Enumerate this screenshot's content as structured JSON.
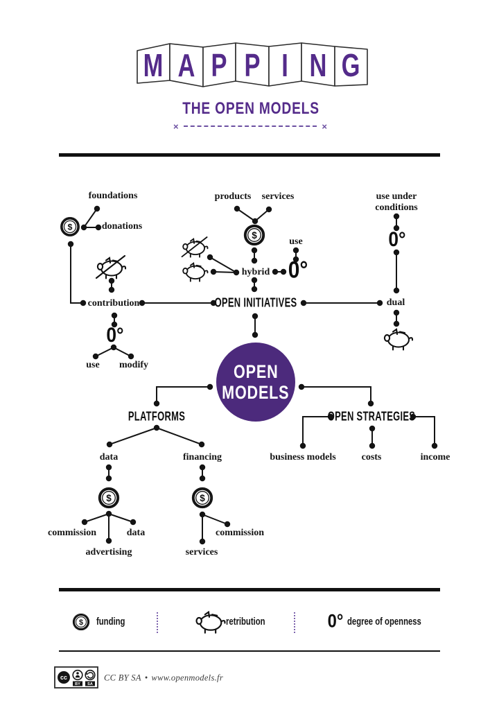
{
  "header": {
    "banner_letters": [
      "M",
      "A",
      "P",
      "P",
      "I",
      "N",
      "G"
    ],
    "subtitle": "THE OPEN MODELS",
    "dash_x": "×"
  },
  "center_node": {
    "line1": "OPEN",
    "line2": "MODELS"
  },
  "branch_labels": {
    "open_initiatives": "OPEN INITIATIVES",
    "platforms": "PLATFORMS",
    "open_strategies": "OPEN STRATEGIES"
  },
  "nodes": {
    "foundations": "foundations",
    "donations": "donations",
    "contribution": "contribution",
    "use_left": "use",
    "modify": "modify",
    "products": "products",
    "services_top": "services",
    "hybrid": "hybrid",
    "use_mid": "use",
    "use_under_conditions": "use under conditions",
    "dual": "dual",
    "data_platform": "data",
    "financing": "financing",
    "business_models": "business models",
    "costs": "costs",
    "income": "income",
    "commission_left": "commission",
    "advertising": "advertising",
    "data_lower": "data",
    "services_lower": "services",
    "commission_mid": "commission"
  },
  "symbols": {
    "degree": "0°",
    "coin_glyph": "$"
  },
  "icons": {
    "funding": "dollar-coin",
    "retribution": "piggy-bank",
    "degree_of_openness": "zero-degree"
  },
  "legend": {
    "funding": "funding",
    "retribution": "retribution",
    "degree_of_openness": "degree of openness"
  },
  "footer": {
    "license": "CC BY SA",
    "separator": "•",
    "url": "www.openmodels.fr",
    "badge": {
      "cc": "cc",
      "by": "BY",
      "sa": "SA"
    }
  },
  "colors": {
    "purple_main": "#4c2a7c",
    "purple_text": "#542b8a",
    "purple_light": "#7d63ad",
    "ink": "#111111"
  }
}
